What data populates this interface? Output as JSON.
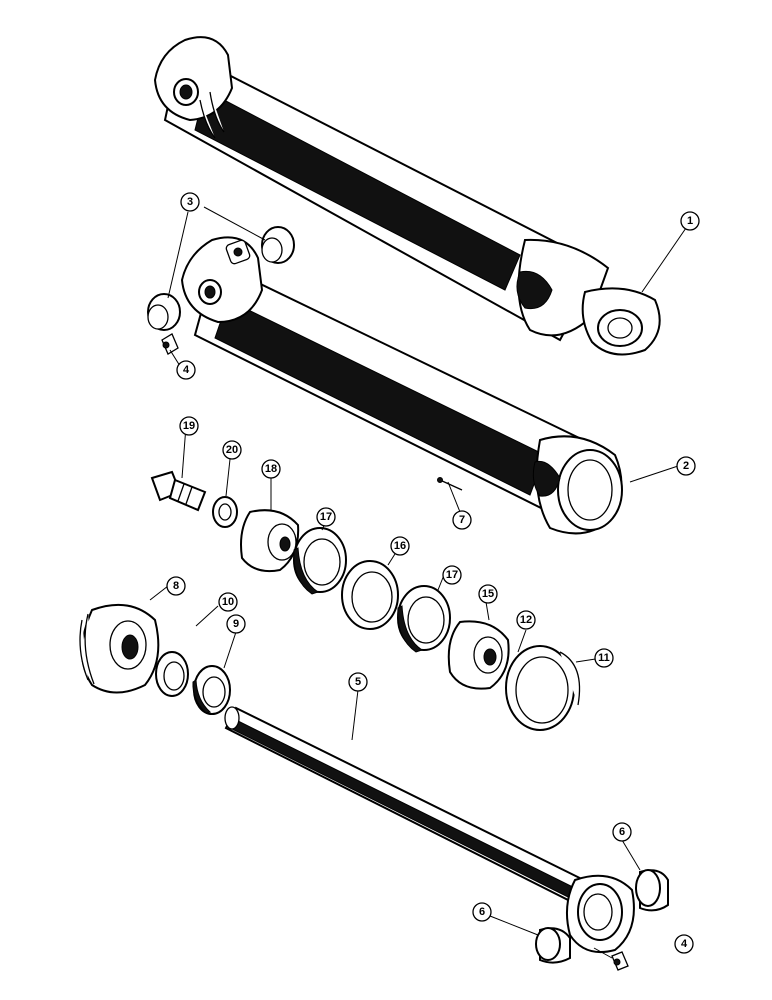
{
  "callouts": {
    "c1": "1",
    "c2": "2",
    "c3": "3",
    "c4a": "4",
    "c4b": "4",
    "c5": "5",
    "c6a": "6",
    "c6b": "6",
    "c7": "7",
    "c8": "8",
    "c9": "9",
    "c10": "10",
    "c11": "11",
    "c12": "12",
    "c15": "15",
    "c16": "16",
    "c17a": "17",
    "c17b": "17",
    "c18": "18",
    "c19": "19",
    "c20": "20"
  },
  "colors": {
    "ink": "#000000",
    "paper": "#ffffff",
    "shade": "#111111"
  }
}
